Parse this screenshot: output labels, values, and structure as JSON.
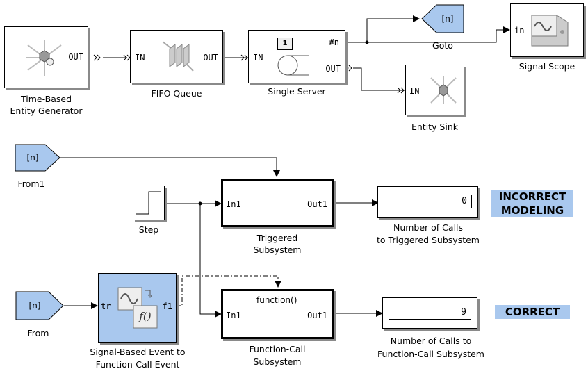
{
  "blocks": {
    "time_based_generator": {
      "port_out": "OUT",
      "caption_line1": "Time-Based",
      "caption_line2": "Entity Generator"
    },
    "fifo_queue": {
      "port_in": "IN",
      "port_out": "OUT",
      "caption": "FIFO Queue"
    },
    "single_server": {
      "badge": "1",
      "port_in": "IN",
      "port_count": "#n",
      "port_out": "OUT",
      "caption": "Single Server"
    },
    "goto": {
      "tag": "[n]",
      "caption": "Goto"
    },
    "signal_scope": {
      "port_in": "in",
      "caption": "Signal Scope"
    },
    "entity_sink": {
      "port_in": "IN",
      "caption": "Entity Sink"
    },
    "from1": {
      "tag": "[n]",
      "caption": "From1"
    },
    "step": {
      "caption": "Step"
    },
    "triggered_subsystem": {
      "port_in": "In1",
      "port_out": "Out1",
      "caption_line1": "Triggered",
      "caption_line2": "Subsystem"
    },
    "display_triggered": {
      "value": "0",
      "caption_line1": "Number of Calls",
      "caption_line2": "to Triggered Subsystem"
    },
    "from": {
      "tag": "[n]",
      "caption": "From"
    },
    "signal_to_fc": {
      "port_in": "tr",
      "port_out": "f1",
      "icon_text": "f()",
      "caption_line1": "Signal-Based Event to",
      "caption_line2": "Function-Call Event"
    },
    "fc_subsystem": {
      "trigger_label": "function()",
      "port_in": "In1",
      "port_out": "Out1",
      "caption_line1": "Function-Call",
      "caption_line2": "Subsystem"
    },
    "display_fc": {
      "value": "9",
      "caption_line1": "Number of Calls to",
      "caption_line2": "Function-Call Subsystem"
    }
  },
  "annotations": {
    "incorrect_line1": "INCORRECT",
    "incorrect_line2": "MODELING",
    "correct": "CORRECT"
  },
  "colors": {
    "block_blue": "#a9c8ee",
    "line": "#000000",
    "shadow": "#8a8a8a"
  }
}
